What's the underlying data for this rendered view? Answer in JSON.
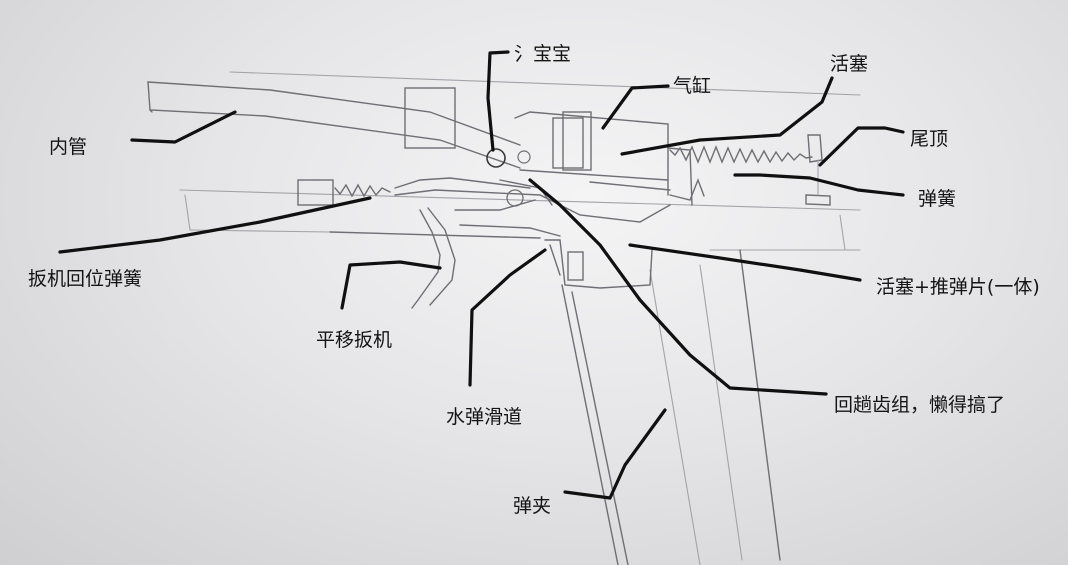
{
  "labels": {
    "nei_guan": "内管",
    "bao_bao": "氵宝宝",
    "qi_gang": "气缸",
    "huo_sai": "活塞",
    "wei_ding": "尾顶",
    "tan_huang": "弹簧",
    "banji_huiwei": "扳机回位弹簧",
    "huosai_tuidanpian": "活塞+推弹片(一体)",
    "pingyi_banji": "平移扳机",
    "shuidan_huadao": "水弹滑道",
    "huiqu_chizu": "回趟齿组，懒得搞了",
    "dan_jia": "弹夹"
  },
  "colors": {
    "paper": "#e9e9eb",
    "pencil": "#6e6e74",
    "ink": "#101010"
  }
}
